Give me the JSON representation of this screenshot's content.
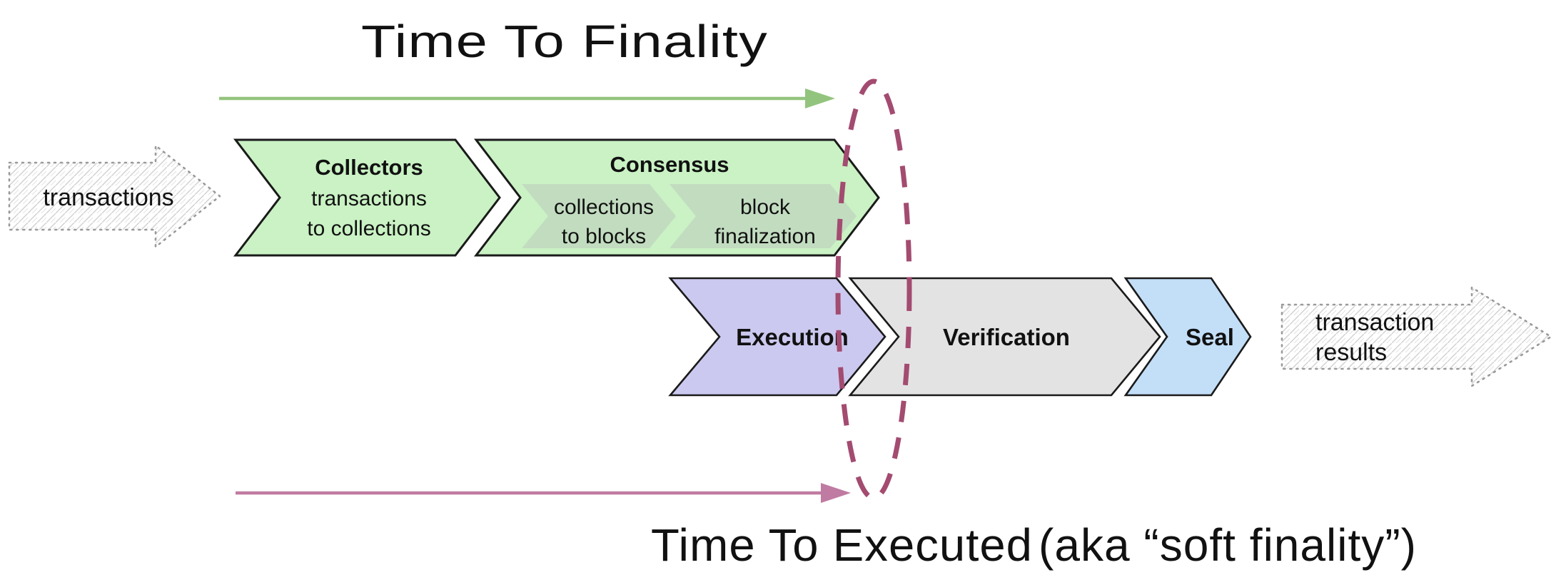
{
  "titles": {
    "top": {
      "text": "Time To Finality",
      "color": "#69a84f",
      "arrow_color": "#93c47d"
    },
    "bottom": {
      "text": "Time To Executed",
      "suffix": "(aka “soft finality”)",
      "color": "#a6537f",
      "suffix_color": "#787878",
      "arrow_color": "#c07ba2"
    }
  },
  "boundary_ellipse": {
    "color": "#a34b70"
  },
  "input_arrow": {
    "label": "transactions",
    "text_color": "#606060"
  },
  "output_arrow": {
    "line1": "transaction",
    "line2": "results",
    "text_color": "#262626"
  },
  "stages": [
    {
      "title": "Collectors",
      "line1": "transactions",
      "line2": "to collections",
      "fill": "#caf2c4"
    },
    {
      "title": "Consensus",
      "fill": "#caf2c4",
      "substages": [
        {
          "line1": "collections",
          "line2": "to blocks",
          "fill": "#c2dcc0"
        },
        {
          "line1": "block",
          "line2": "finalization",
          "fill": "#c2dcc0"
        }
      ]
    },
    {
      "title": "Execution",
      "fill": "#ccc9f0"
    },
    {
      "title": "Verification",
      "fill": "#e4e3e4"
    },
    {
      "title": "Seal",
      "fill": "#c3def7"
    }
  ]
}
